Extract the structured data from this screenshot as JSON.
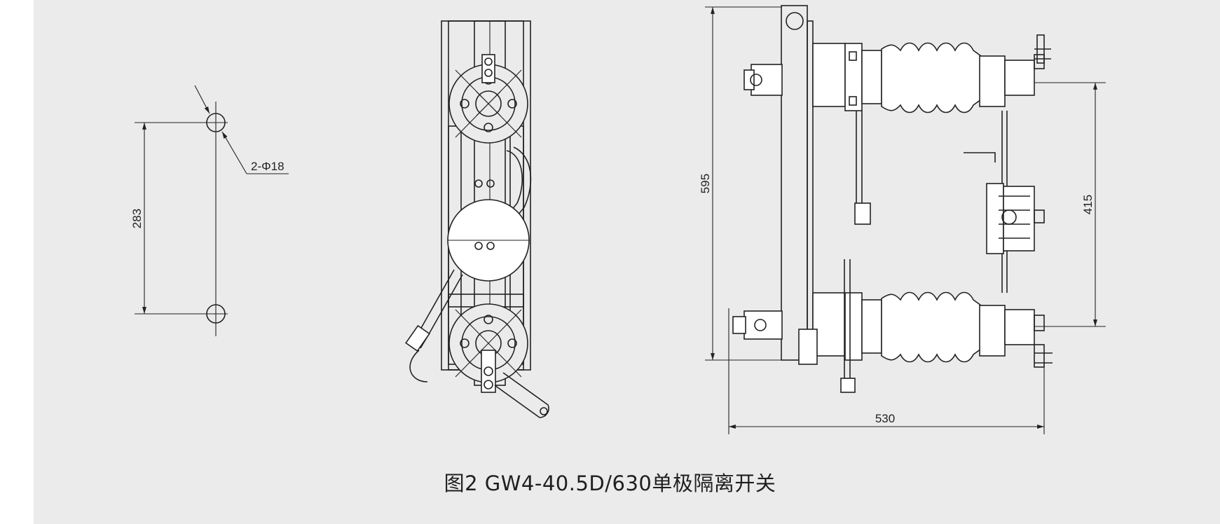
{
  "caption": "图2 GW4-40.5D/630单极隔离开关",
  "dimensions": {
    "hole_spacing": "283",
    "hole_spec": "2-Φ18",
    "overall_height": "595",
    "insulator_spacing": "415",
    "overall_width": "530"
  }
}
